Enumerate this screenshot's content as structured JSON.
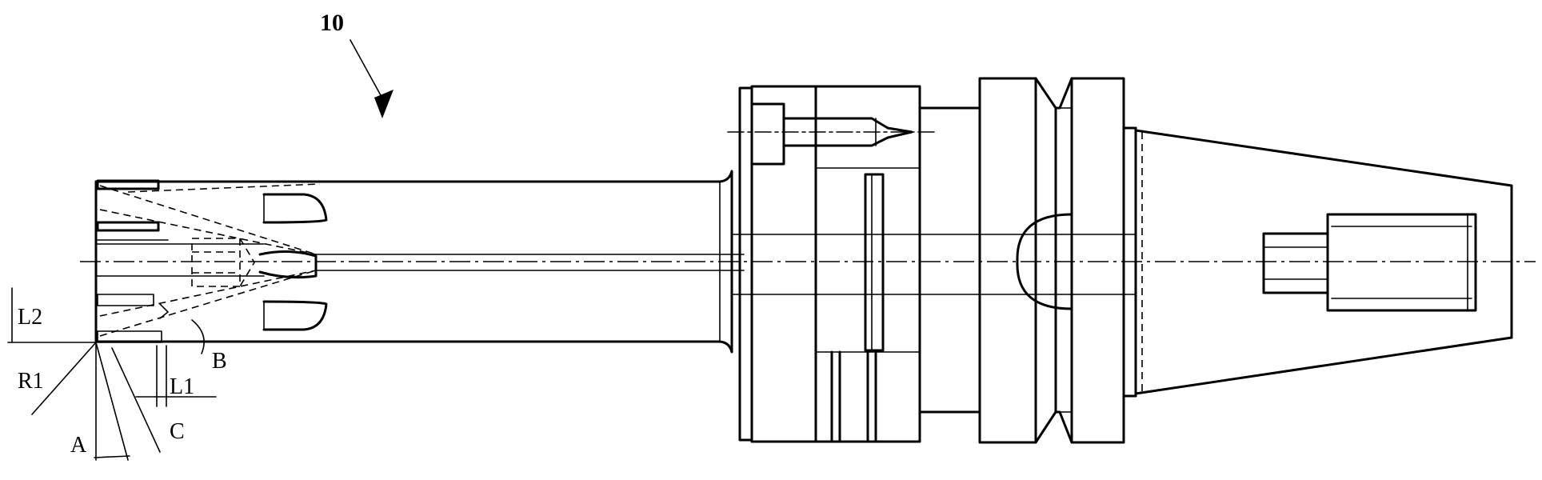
{
  "figure": {
    "reference_numeral": "10",
    "labels": {
      "L2": "L2",
      "R1": "R1",
      "L1": "L1",
      "A": "A",
      "B": "B",
      "C": "C"
    }
  }
}
